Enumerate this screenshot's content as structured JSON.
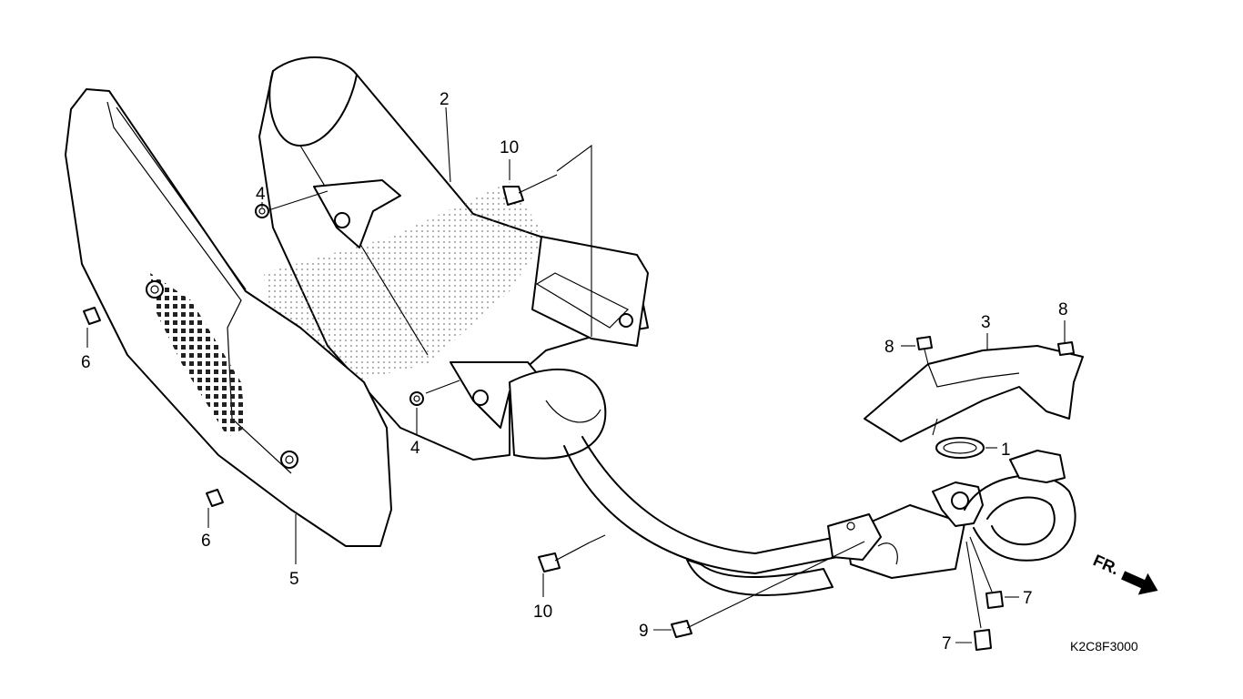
{
  "diagram": {
    "code": "K2C8F3000",
    "front_label": "FR.",
    "callouts": {
      "c1": "1",
      "c2": "2",
      "c3": "3",
      "c4a": "4",
      "c4b": "4",
      "c5": "5",
      "c6a": "6",
      "c6b": "6",
      "c7a": "7",
      "c7b": "7",
      "c8a": "8",
      "c8b": "8",
      "c9": "9",
      "c10a": "10",
      "c10b": "10"
    }
  }
}
